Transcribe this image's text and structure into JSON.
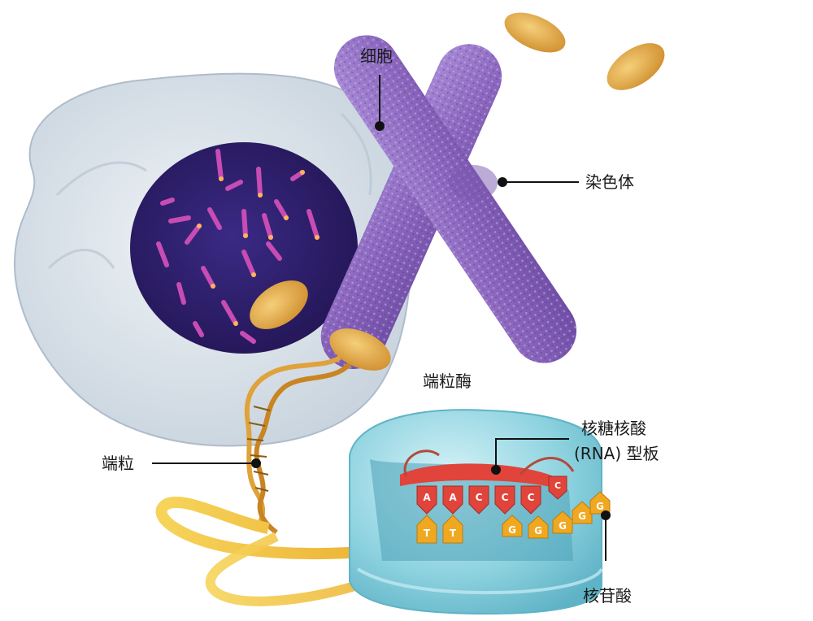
{
  "labels": {
    "cell": "细胞",
    "chromosome": "染色体",
    "telomerase": "端粒酶",
    "rna_template_line1": "核糖核酸",
    "rna_template_line2": "(RNA) 型板",
    "telomere": "端粒",
    "nucleotide": "核苷酸"
  },
  "rna_bases": [
    "A",
    "A",
    "C",
    "C",
    "C",
    "C"
  ],
  "dna_bases_paired": [
    "T",
    "T"
  ],
  "new_nucleotides": [
    "G",
    "G",
    "G",
    "G",
    "G"
  ],
  "colors": {
    "cell": "#d6e0ea",
    "nucleus": "#2e1e6e",
    "chromosome": "#8e6bbf",
    "telomere_cap": "#e2a94a",
    "enzyme": "#8fd3e0",
    "rna_strand": "#e0443a",
    "nucleotide": "#f0a820",
    "dna_ribbon": "#f3c63a"
  }
}
